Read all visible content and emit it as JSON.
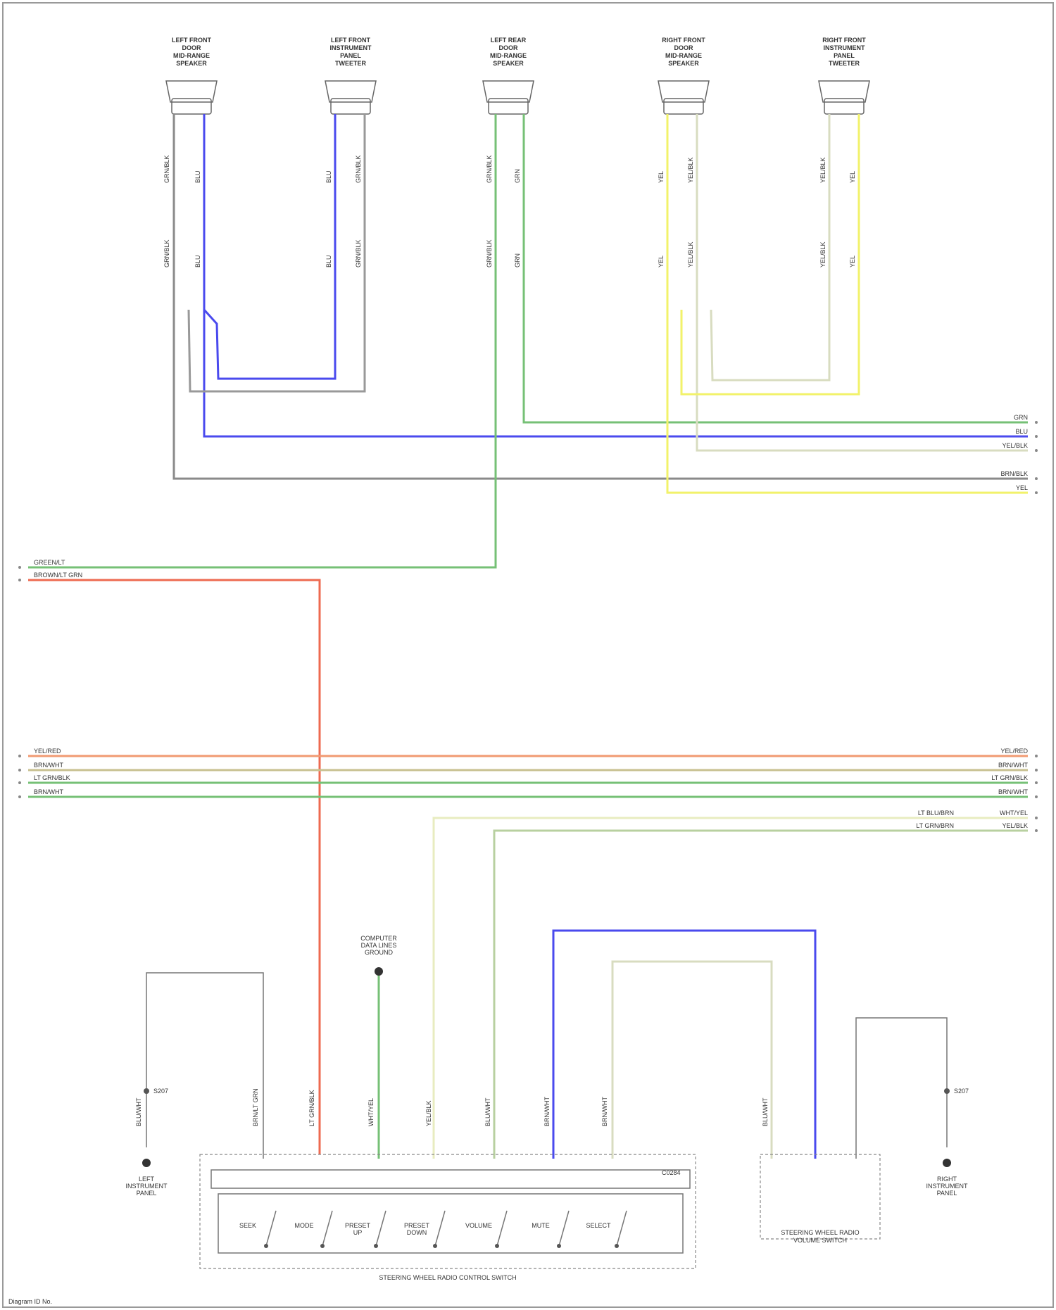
{
  "colors": {
    "white": "#d6d6d6",
    "gray": "#8a8a8a",
    "blue": "#4a4aee",
    "green": "#76c076",
    "yellow": "#f2f26a",
    "red": "#ee6a50",
    "orange": "#f09a72",
    "darkgreen": "#5ca85c",
    "lightyellow": "#e8ecc0",
    "olive": "#b8d0a0",
    "tan": "#d8dcc0"
  },
  "speakers": [
    {
      "name": "LEFT FRONT\nDOOR\nMID-RANGE\nSPEAKER"
    },
    {
      "name": "LEFT FRONT\nINSTRUMENT\nPANEL\nTWEETER"
    },
    {
      "name": "LEFT REAR\nDOOR\nMID-RANGE\nSPEAKER"
    },
    {
      "name": "RIGHT FRONT\nDOOR\nMID-RANGE\nSPEAKER"
    },
    {
      "name": "RIGHT FRONT\nINSTRUMENT\nPANEL\nTWEETER"
    }
  ],
  "wire_labels": {
    "left_bus": [
      "GREEN/LT",
      "BROWN/LT GRN"
    ],
    "mid_bus_left": [
      "YEL/RED",
      "BRN/WHT",
      "LT GRN/BLK",
      "BRN/WHT"
    ],
    "mid_bus_right": [
      "YEL/RED",
      "BRN/WHT",
      "LT GRN/BLK",
      "BRN/WHT"
    ],
    "right_bus_top": [
      "GRN",
      "BLU",
      "YEL/BLK",
      "BRN/BLK",
      "YEL"
    ],
    "right_bus_lower": [
      "LT BLU/BRN",
      "LT GRN/BRN"
    ],
    "right_bus_lower_right": [
      "WHT/YEL",
      "YEL/BLK"
    ]
  },
  "bottom": {
    "ground_label": "COMPUTER\nDATA LINES\nGROUND",
    "left_splice": "S207",
    "right_splice": "S207",
    "left_ground_text": "LEFT\nINSTRUMENT\nPANEL",
    "right_ground_text": "RIGHT\nINSTRUMENT\nPANEL",
    "left_box_title": "STEERING WHEEL RADIO CONTROL SWITCH",
    "right_box_title": "STEERING WHEEL RADIO\nVOLUME SWITCH",
    "switch_labels": [
      "SEEK",
      "MODE",
      "PRESET\nUP",
      "PRESET\nDOWN",
      "VOLUME",
      "MUTE",
      "SELECT"
    ],
    "vertical_labels": [
      "BLU/WHT",
      "BRN/LT GRN",
      "LT GRN/BLK",
      "WHT/YEL",
      "YEL/BLK",
      "BLU/WHT",
      "BRN/WHT",
      "BRN/WHT",
      "BLU/WHT"
    ],
    "connector_tag": "C0284"
  },
  "footer": "Diagram ID No."
}
